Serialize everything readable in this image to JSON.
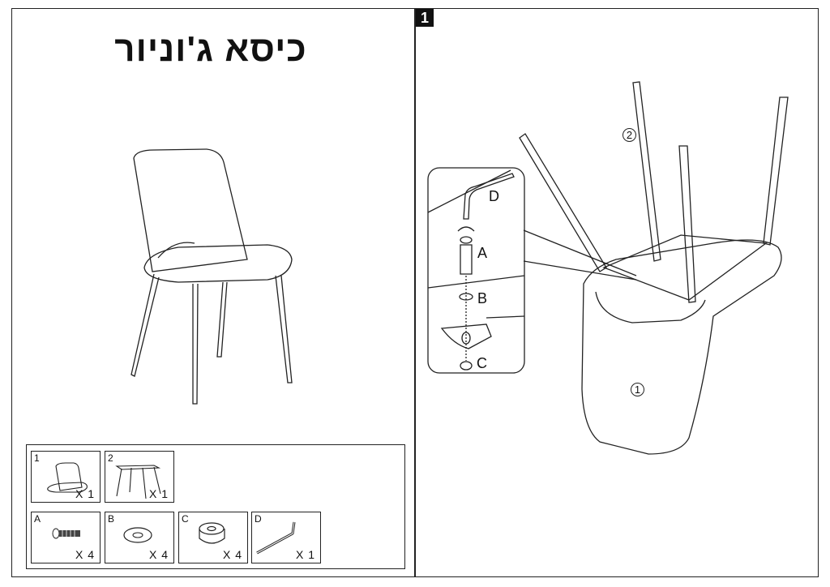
{
  "title": "כיסא ג'וניור",
  "step": {
    "number": "1"
  },
  "parts": [
    {
      "id": "1",
      "qty": "X 1",
      "icon": "seat-icon"
    },
    {
      "id": "2",
      "qty": "X 1",
      "icon": "leg-frame-icon"
    },
    {
      "id": "A",
      "qty": "X 4",
      "icon": "bolt-icon"
    },
    {
      "id": "B",
      "qty": "X 4",
      "icon": "washer-icon"
    },
    {
      "id": "C",
      "qty": "X 4",
      "icon": "spacer-icon"
    },
    {
      "id": "D",
      "qty": "X 1",
      "icon": "allen-key-icon"
    }
  ],
  "assembly": {
    "label_seat": "1",
    "label_legs": "2",
    "detail_labels": {
      "d": "D",
      "a": "A",
      "b": "B",
      "c": "C"
    }
  }
}
